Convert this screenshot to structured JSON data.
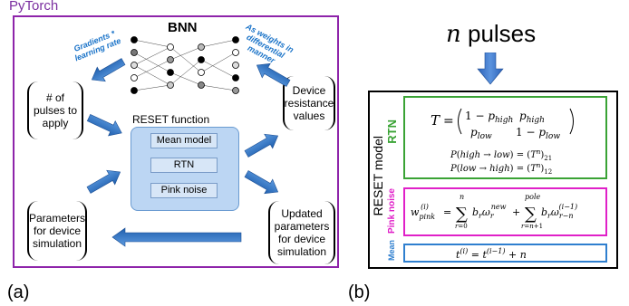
{
  "panel_a": {
    "logo": "PyTorch",
    "bnn_title": "BNN",
    "gradients_note": "Gradients * learning rate",
    "weights_note": "As weights in differential manner",
    "pulses_box": "# of pulses to apply",
    "resistance_box": "Device resistance values",
    "reset_function_title": "RESET function",
    "mean_model": "Mean model",
    "rtn": "RTN",
    "pink_noise": "Pink noise",
    "params_box": "Parameters for device simulation",
    "updated_box": "Updated parameters for device simulation",
    "label": "(a)"
  },
  "panel_b": {
    "n_symbol": "n",
    "n_pulses_text": "pulses",
    "reset_model_label": "RESET model",
    "rtn_label": "RTN",
    "pink_label": "Pink noise",
    "mean_label": "Mean",
    "label": "(b)"
  },
  "colors": {
    "purple_frame": "#8e24aa",
    "arrow_blue": "#2a72c8",
    "rtn_green": "#3aa335",
    "pink": "#e020c8",
    "mean_blue": "#2f7fcf"
  }
}
